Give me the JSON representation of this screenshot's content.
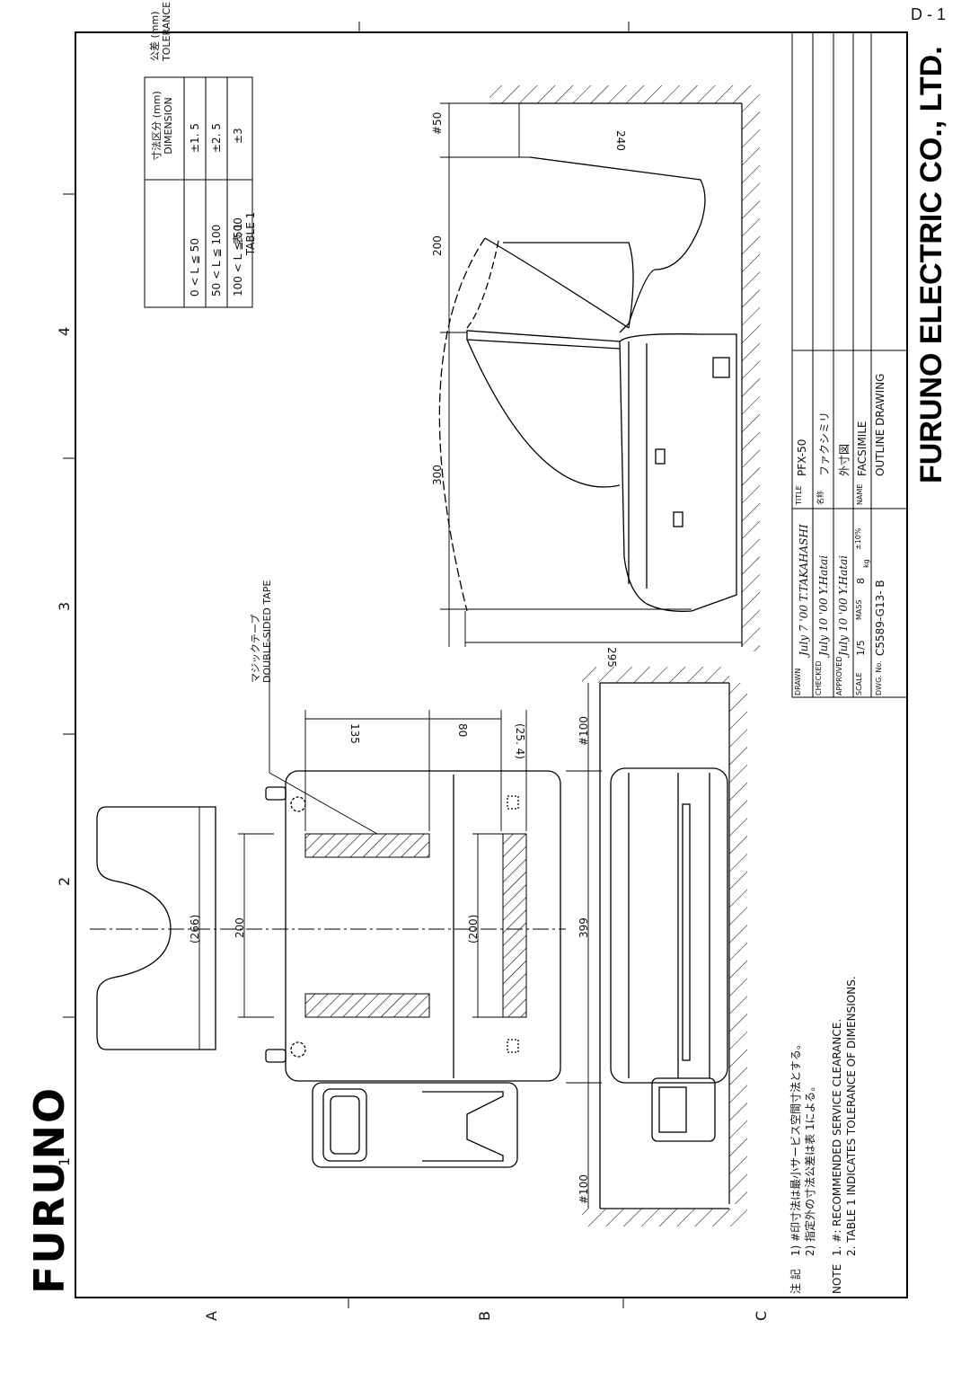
{
  "sheet": {
    "page_code": "D - 1"
  },
  "grid": {
    "cols": [
      "1",
      "2",
      "3",
      "4"
    ],
    "rows": [
      "A",
      "B",
      "C"
    ]
  },
  "brand": {
    "logo_text": "FURUNO",
    "company": "FURUNO ELECTRIC CO., LTD."
  },
  "tolerance_table": {
    "col1_header": [
      "寸法区分 (mm)",
      "DIMENSION"
    ],
    "col2_header": [
      "公差 (mm)",
      "TOLERANCE"
    ],
    "rows": [
      {
        "dim": "0 < L ≦ 50",
        "tol": "±1. 5"
      },
      {
        "dim": "50 < L ≦ 100",
        "tol": "±2. 5"
      },
      {
        "dim": "100 < L ≦ 500",
        "tol": "±3"
      }
    ],
    "caption": [
      "表 1",
      "TABLE 1"
    ]
  },
  "front_view": {
    "dims": {
      "width_266": "(266)",
      "width_200_top": "200",
      "width_200_bottom": "(200)",
      "width_399": "399",
      "h_135": "135",
      "h_80": "80",
      "h_25_4": "(25. 4)",
      "clear_100_left": "#100",
      "clear_100_right": "#100"
    },
    "tape_label": [
      "マジックテープ",
      "DOUBLE-SIDED TAPE"
    ]
  },
  "side_view": {
    "dims": {
      "d_50": "#50",
      "d_200": "200",
      "d_300": "300",
      "d_240": "240",
      "d_295": "295"
    }
  },
  "notes": {
    "jp_heading": "注 記",
    "jp_lines": [
      "1) #印寸法は最小サービス空間寸法とする。",
      "2) 指定外の寸法公差は表 1による。"
    ],
    "en_heading": "NOTE",
    "en_lines": [
      "1. #: RECOMMENDED SERVICE CLEARANCE.",
      "2. TABLE 1 INDICATES TOLERANCE OF DIMENSIONS."
    ]
  },
  "title_block": {
    "drawn_label": "DRAWN",
    "drawn_sig": "July 7 '00 T.TAKAHASHI",
    "checked_label": "CHECKED",
    "checked_sig": "July 10 '00 Y.Hatai",
    "approved_label": "APPROVED",
    "approved_sig": "July 10 '00 Y.Hatai",
    "scale_label": "SCALE",
    "scale_value": "1/5",
    "mass_label": "MASS",
    "mass_value": "8",
    "mass_unit": "kg",
    "mass_tol": "±10%",
    "dwg_label": "DWG. No.",
    "dwg_value": "C5589-G13- B",
    "title_label": "TITLE",
    "title_value": "PFX-50",
    "name_jp_label": "名称",
    "name_jp_value": "ファクシミリ",
    "name_jp_sub": "外寸図",
    "name_label": "NAME",
    "name_value": "FACSIMILE",
    "name_sub": "OUTLINE DRAWING"
  }
}
